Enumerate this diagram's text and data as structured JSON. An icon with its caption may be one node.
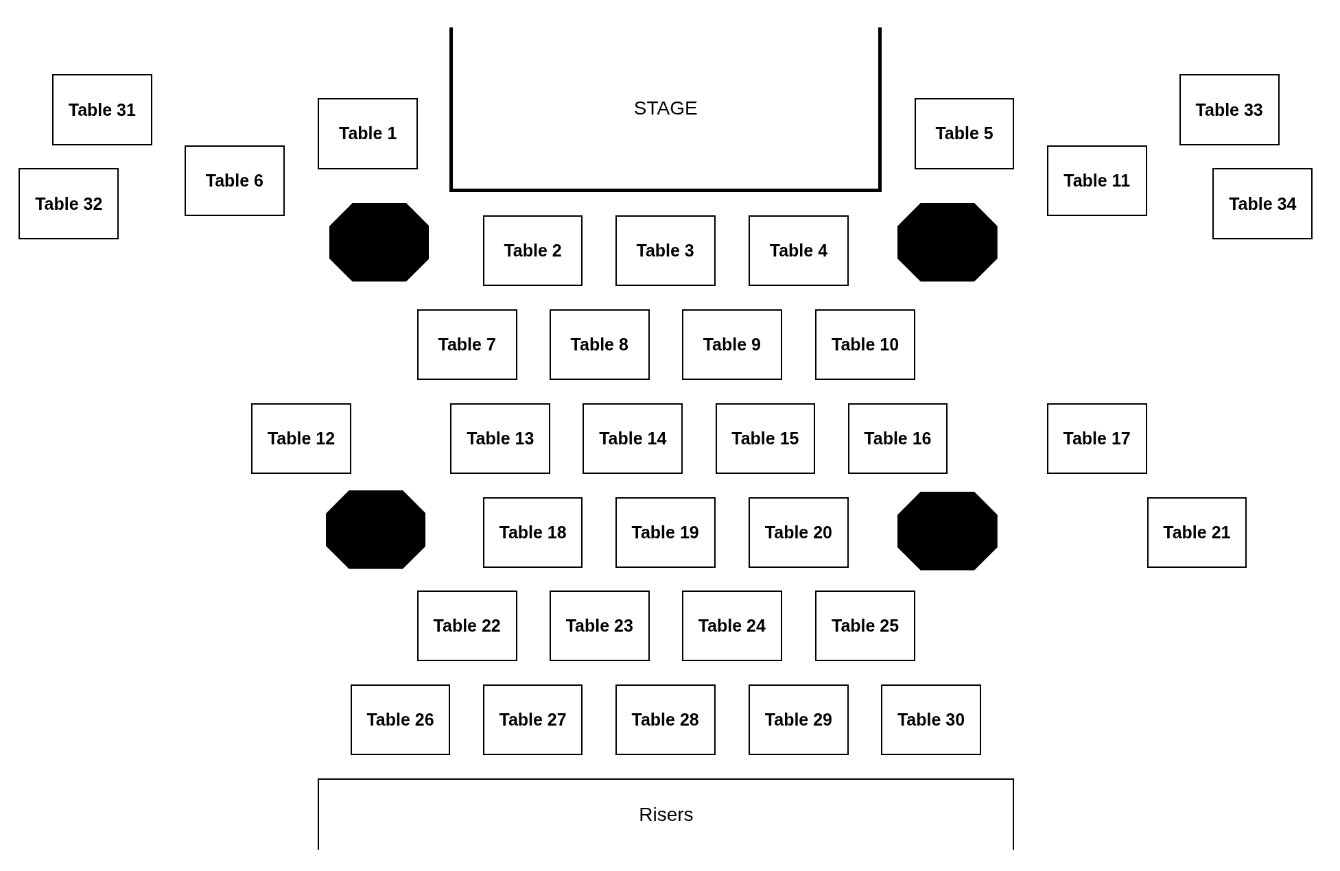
{
  "diagram": {
    "nodes": [
      {
        "text": [
          "Table 31"
        ]
      },
      {
        "text": [
          "STAGE"
        ]
      },
      {
        "text": [
          "Table 33"
        ]
      },
      {
        "text": [
          "Table 1"
        ]
      },
      {
        "text": [
          "Table 5"
        ]
      },
      {
        "text": [
          "Table 6"
        ]
      },
      {
        "text": [
          "Table 11"
        ]
      },
      {
        "text": [
          "Table 32"
        ]
      },
      {
        "text": [
          "Table 34"
        ]
      },
      {
        "text": [],
        "shape": "octagon"
      },
      {
        "text": [
          "Table 2"
        ]
      },
      {
        "text": [
          "Table 3"
        ]
      },
      {
        "text": [
          "Table 4"
        ]
      },
      {
        "text": [],
        "shape": "octagon"
      },
      {
        "text": [
          "Table 7"
        ]
      },
      {
        "text": [
          "Table 8"
        ]
      },
      {
        "text": [
          "Table 9"
        ]
      },
      {
        "text": [
          "Table 10"
        ]
      },
      {
        "text": [
          "Table 12"
        ]
      },
      {
        "text": [
          "Table 13"
        ]
      },
      {
        "text": [
          "Table 14"
        ]
      },
      {
        "text": [
          "Table 15"
        ]
      },
      {
        "text": [
          "Table 16"
        ]
      },
      {
        "text": [
          "Table 17"
        ]
      },
      {
        "text": [],
        "shape": "octagon"
      },
      {
        "text": [
          "Table 18"
        ]
      },
      {
        "text": [
          "Table 19"
        ]
      },
      {
        "text": [
          "Table 20"
        ]
      },
      {
        "text": [],
        "shape": "octagon"
      },
      {
        "text": [
          "Table 21"
        ]
      },
      {
        "text": [
          "Table 22"
        ]
      },
      {
        "text": [
          "Table 23"
        ]
      },
      {
        "text": [
          "Table 24"
        ]
      },
      {
        "text": [
          "Table 25"
        ]
      },
      {
        "text": [
          "Table 26"
        ]
      },
      {
        "text": [
          "Table 27"
        ]
      },
      {
        "text": [
          "Table 28"
        ]
      },
      {
        "text": [
          "Table 29"
        ]
      },
      {
        "text": [
          "Table 30"
        ]
      },
      {
        "text": [
          "Risers"
        ]
      }
    ]
  }
}
